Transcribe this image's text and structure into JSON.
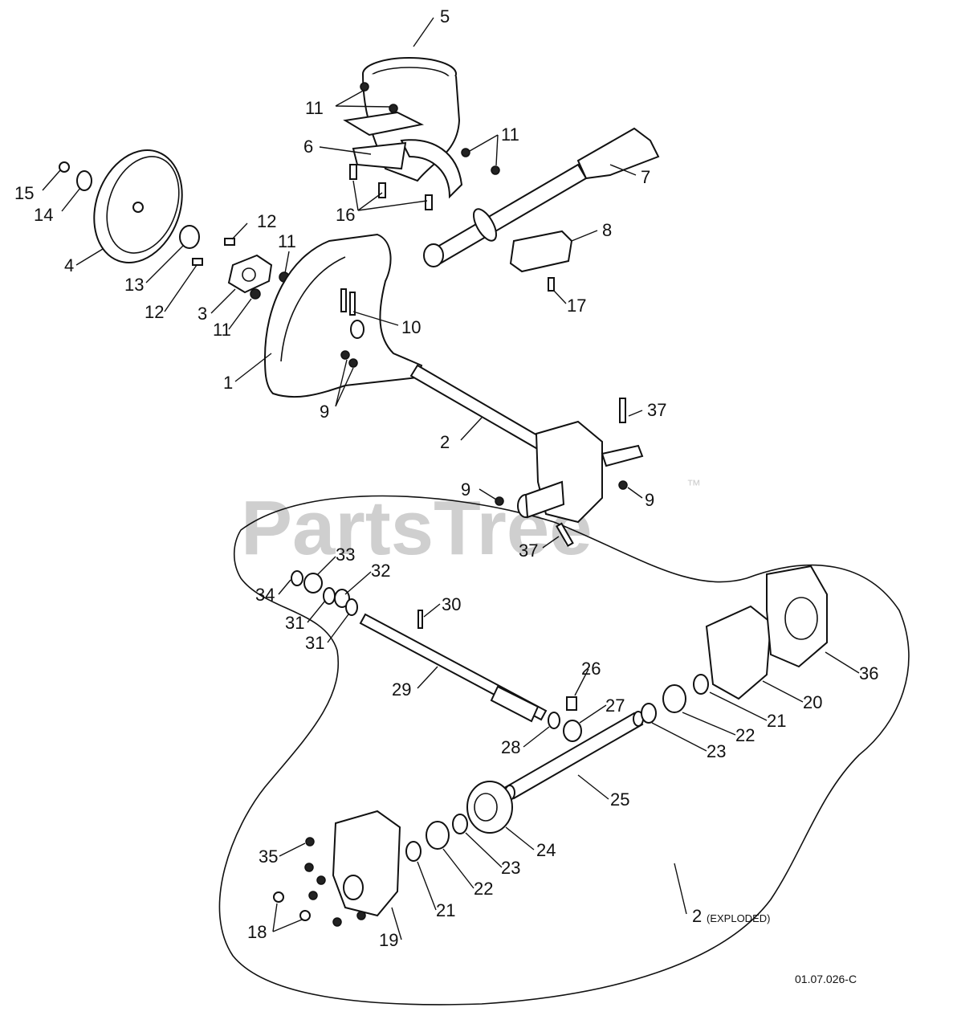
{
  "watermark": {
    "brand": "PartsTree",
    "trademark": "™"
  },
  "diagram_code": "01.07.026-C",
  "callouts": [
    "1",
    "2",
    "3",
    "4",
    "5",
    "6",
    "7",
    "8",
    "9",
    "10",
    "11",
    "12",
    "13",
    "14",
    "15",
    "16",
    "17",
    "18",
    "19",
    "20",
    "21",
    "22",
    "23",
    "24",
    "25",
    "26",
    "27",
    "28",
    "29",
    "30",
    "31",
    "32",
    "33",
    "34",
    "35",
    "36",
    "37"
  ],
  "exploded_label": {
    "number": "2",
    "note": "(EXPLODED)"
  }
}
